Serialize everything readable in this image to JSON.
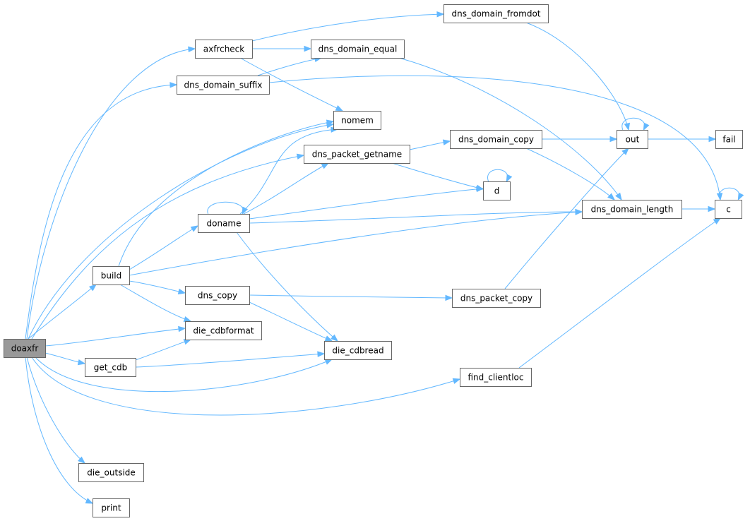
{
  "diagram": {
    "type": "call-graph",
    "colors": {
      "edge": "#63b8ff",
      "node_fill": "#ffffff",
      "node_border": "#666666",
      "root_fill": "#999999",
      "text": "#000000"
    },
    "nodes": [
      {
        "id": "doaxfr",
        "label": "doaxfr",
        "root": true
      },
      {
        "id": "axfrcheck",
        "label": "axfrcheck"
      },
      {
        "id": "dns_domain_suffix",
        "label": "dns_domain_suffix"
      },
      {
        "id": "build",
        "label": "build"
      },
      {
        "id": "die_cdbformat",
        "label": "die_cdbformat"
      },
      {
        "id": "get_cdb",
        "label": "get_cdb"
      },
      {
        "id": "die_cdbread",
        "label": "die_cdbread"
      },
      {
        "id": "find_clientloc",
        "label": "find_clientloc"
      },
      {
        "id": "die_outside",
        "label": "die_outside"
      },
      {
        "id": "print",
        "label": "print"
      },
      {
        "id": "dns_domain_fromdot",
        "label": "dns_domain_fromdot"
      },
      {
        "id": "dns_domain_equal",
        "label": "dns_domain_equal"
      },
      {
        "id": "nomem",
        "label": "nomem"
      },
      {
        "id": "dns_packet_getname",
        "label": "dns_packet_getname"
      },
      {
        "id": "doname",
        "label": "doname"
      },
      {
        "id": "dns_copy",
        "label": "dns_copy"
      },
      {
        "id": "dns_domain_copy",
        "label": "dns_domain_copy"
      },
      {
        "id": "d",
        "label": "d"
      },
      {
        "id": "dns_packet_copy",
        "label": "dns_packet_copy"
      },
      {
        "id": "out",
        "label": "out"
      },
      {
        "id": "dns_domain_length",
        "label": "dns_domain_length"
      },
      {
        "id": "fail",
        "label": "fail"
      },
      {
        "id": "c",
        "label": "c"
      }
    ],
    "edges": [
      {
        "from": "doaxfr",
        "to": "axfrcheck"
      },
      {
        "from": "doaxfr",
        "to": "dns_domain_suffix"
      },
      {
        "from": "doaxfr",
        "to": "nomem"
      },
      {
        "from": "doaxfr",
        "to": "dns_packet_getname"
      },
      {
        "from": "doaxfr",
        "to": "build"
      },
      {
        "from": "doaxfr",
        "to": "die_cdbformat"
      },
      {
        "from": "doaxfr",
        "to": "get_cdb"
      },
      {
        "from": "doaxfr",
        "to": "die_cdbread"
      },
      {
        "from": "doaxfr",
        "to": "find_clientloc"
      },
      {
        "from": "doaxfr",
        "to": "die_outside"
      },
      {
        "from": "doaxfr",
        "to": "print"
      },
      {
        "from": "axfrcheck",
        "to": "dns_domain_fromdot"
      },
      {
        "from": "axfrcheck",
        "to": "dns_domain_equal"
      },
      {
        "from": "axfrcheck",
        "to": "nomem"
      },
      {
        "from": "dns_domain_suffix",
        "to": "dns_domain_equal"
      },
      {
        "from": "dns_domain_suffix",
        "to": "c"
      },
      {
        "from": "build",
        "to": "nomem"
      },
      {
        "from": "build",
        "to": "doname"
      },
      {
        "from": "build",
        "to": "dns_domain_length"
      },
      {
        "from": "build",
        "to": "dns_copy"
      },
      {
        "from": "build",
        "to": "die_cdbformat"
      },
      {
        "from": "get_cdb",
        "to": "die_cdbformat"
      },
      {
        "from": "get_cdb",
        "to": "die_cdbread"
      },
      {
        "from": "doname",
        "to": "doname"
      },
      {
        "from": "doname",
        "to": "nomem"
      },
      {
        "from": "doname",
        "to": "dns_packet_getname"
      },
      {
        "from": "doname",
        "to": "d"
      },
      {
        "from": "doname",
        "to": "dns_domain_length"
      },
      {
        "from": "doname",
        "to": "die_cdbread"
      },
      {
        "from": "dns_copy",
        "to": "dns_packet_copy"
      },
      {
        "from": "dns_copy",
        "to": "die_cdbread"
      },
      {
        "from": "dns_packet_getname",
        "to": "dns_domain_copy"
      },
      {
        "from": "dns_packet_getname",
        "to": "d"
      },
      {
        "from": "dns_domain_copy",
        "to": "out"
      },
      {
        "from": "dns_domain_copy",
        "to": "dns_domain_length"
      },
      {
        "from": "dns_domain_equal",
        "to": "dns_domain_length"
      },
      {
        "from": "dns_domain_fromdot",
        "to": "out"
      },
      {
        "from": "dns_packet_copy",
        "to": "out"
      },
      {
        "from": "find_clientloc",
        "to": "c"
      },
      {
        "from": "out",
        "to": "out"
      },
      {
        "from": "out",
        "to": "fail"
      },
      {
        "from": "d",
        "to": "d"
      },
      {
        "from": "dns_domain_length",
        "to": "c"
      },
      {
        "from": "c",
        "to": "c"
      }
    ]
  }
}
